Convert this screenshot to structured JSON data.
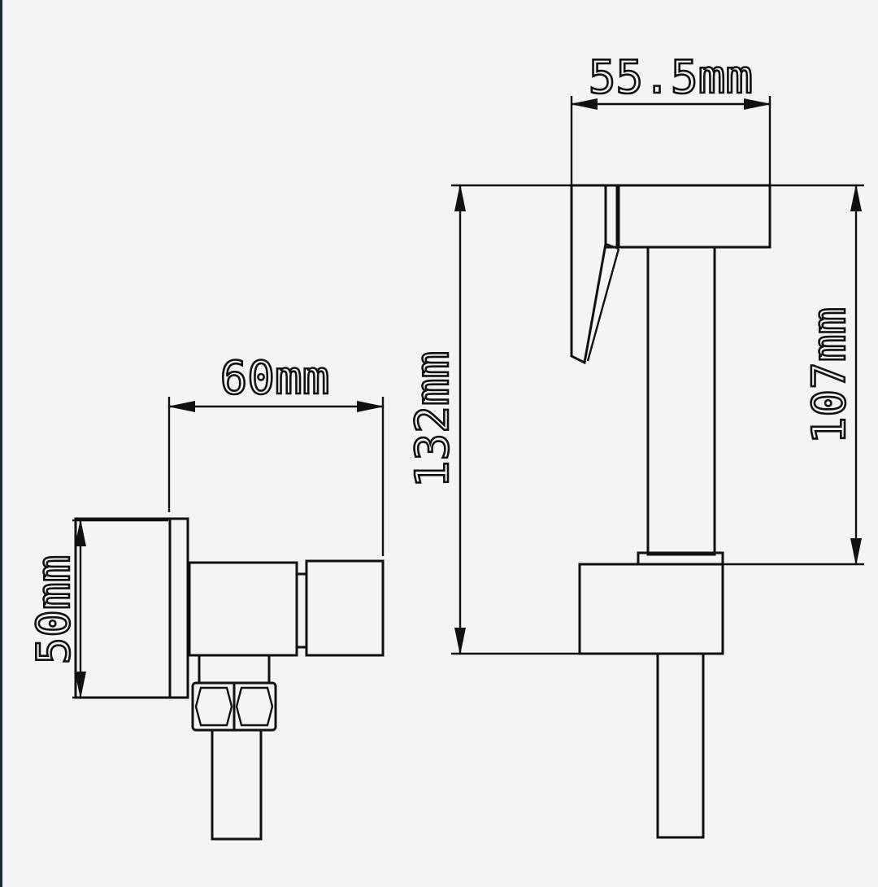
{
  "labels": {
    "width_60": "60mm",
    "height_50": "50mm",
    "width_55_5": "55.5mm",
    "height_132": "132mm",
    "height_107": "107mm"
  },
  "colors": {
    "background": "#f3f4f6",
    "line": "#111111",
    "frame": "#1c2a3a"
  }
}
